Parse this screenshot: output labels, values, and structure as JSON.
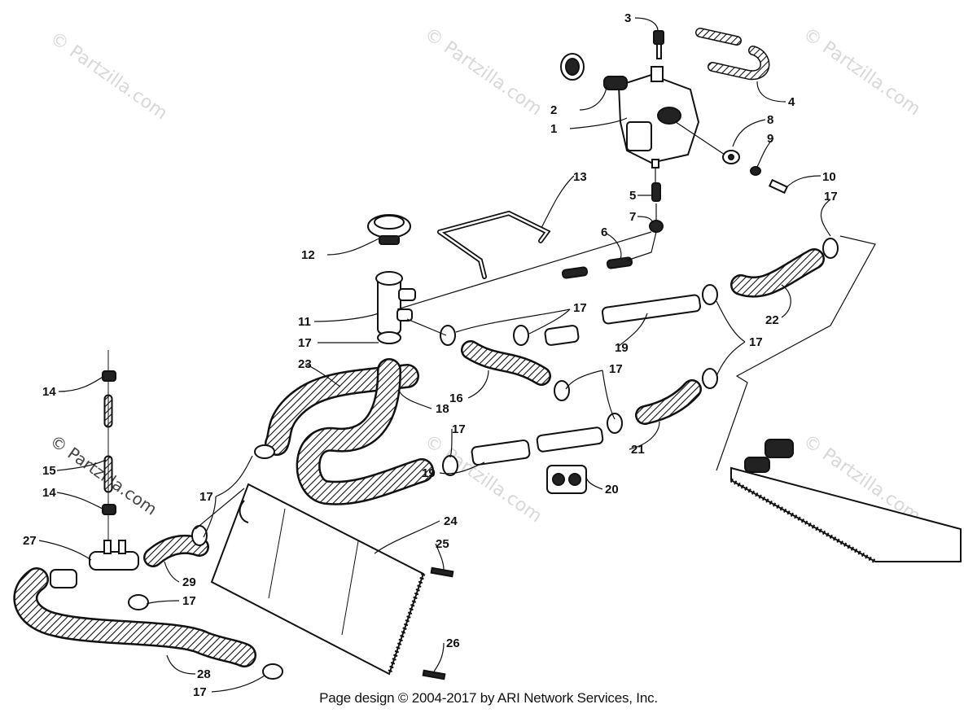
{
  "watermark": "© Partzilla.com",
  "footer": "Page design © 2004-2017 by ARI Network Services, Inc.",
  "callouts": [
    {
      "id": "c3",
      "text": "3"
    },
    {
      "id": "c2",
      "text": "2"
    },
    {
      "id": "c1",
      "text": "1"
    },
    {
      "id": "c4",
      "text": "4"
    },
    {
      "id": "c8",
      "text": "8"
    },
    {
      "id": "c9",
      "text": "9"
    },
    {
      "id": "c10",
      "text": "10"
    },
    {
      "id": "c13",
      "text": "13"
    },
    {
      "id": "c5",
      "text": "5"
    },
    {
      "id": "c7",
      "text": "7"
    },
    {
      "id": "c6",
      "text": "6"
    },
    {
      "id": "c12",
      "text": "12"
    },
    {
      "id": "c17a",
      "text": "17"
    },
    {
      "id": "c22",
      "text": "22"
    },
    {
      "id": "c11",
      "text": "11"
    },
    {
      "id": "c17b",
      "text": "17"
    },
    {
      "id": "c17c",
      "text": "17"
    },
    {
      "id": "c19a",
      "text": "19"
    },
    {
      "id": "c17d",
      "text": "17"
    },
    {
      "id": "c23",
      "text": "23"
    },
    {
      "id": "c16",
      "text": "16"
    },
    {
      "id": "c17e",
      "text": "17"
    },
    {
      "id": "c18",
      "text": "18"
    },
    {
      "id": "c14a",
      "text": "14"
    },
    {
      "id": "c17f",
      "text": "17"
    },
    {
      "id": "c21",
      "text": "21"
    },
    {
      "id": "c19b",
      "text": "19"
    },
    {
      "id": "c20",
      "text": "20"
    },
    {
      "id": "c15",
      "text": "15"
    },
    {
      "id": "c14b",
      "text": "14"
    },
    {
      "id": "c17g",
      "text": "17"
    },
    {
      "id": "c24",
      "text": "24"
    },
    {
      "id": "c27",
      "text": "27"
    },
    {
      "id": "c25",
      "text": "25"
    },
    {
      "id": "c29",
      "text": "29"
    },
    {
      "id": "c17h",
      "text": "17"
    },
    {
      "id": "c26",
      "text": "26"
    },
    {
      "id": "c28",
      "text": "28"
    },
    {
      "id": "c17i",
      "text": "17"
    }
  ]
}
